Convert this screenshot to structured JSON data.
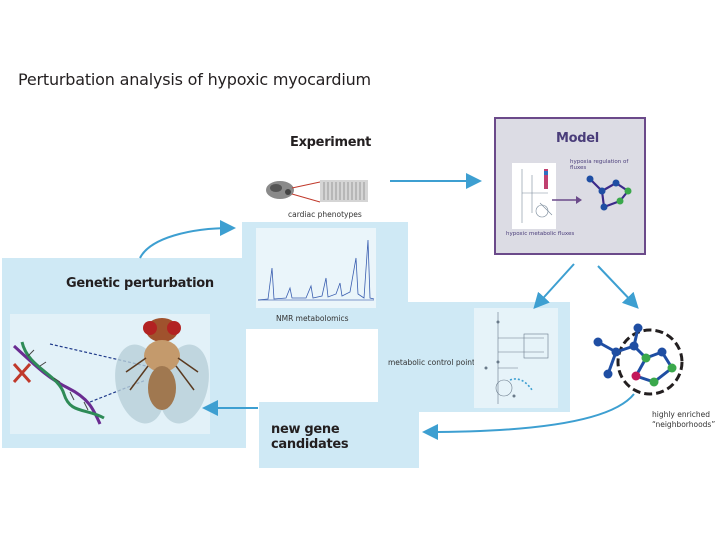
{
  "title": "Perturbation analysis of hypoxic myocardium",
  "experiment": {
    "heading": "Experiment",
    "cardiac_label": "cardiac phenotypes",
    "nmr_label": "NMR metabolomics"
  },
  "model": {
    "heading": "Model",
    "hypoxia_label": "hypoxia regulation of fluxes",
    "flux_label": "hypoxic metabolic fluxes"
  },
  "genetic": {
    "heading": "Genetic perturbation"
  },
  "control": {
    "label": "metabolic control points"
  },
  "candidates": {
    "label": "new gene candidates"
  },
  "network": {
    "label_line1": "highly enriched",
    "label_line2": "“neighborhoods”"
  },
  "colors": {
    "panel": "#cfe9f5",
    "arrow": "#3d9fd1",
    "model_border": "#6b4a8a",
    "network_blue": "#1f4ea3",
    "network_green": "#3aa84b",
    "network_red": "#c2185b"
  }
}
